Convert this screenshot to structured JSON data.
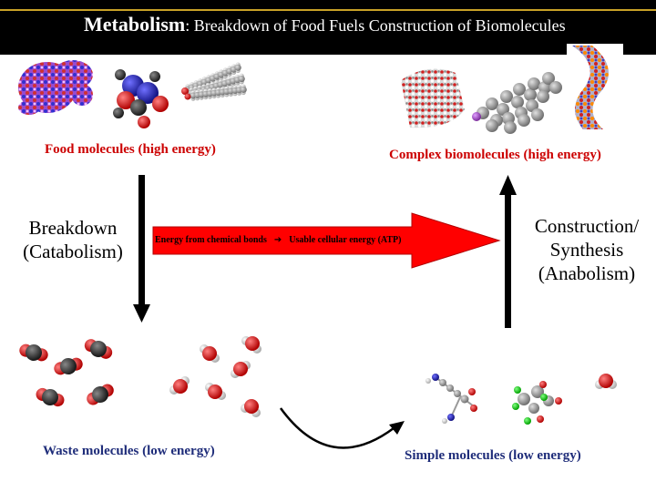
{
  "title": {
    "main": "Metabolism",
    "sub": ": Breakdown of Food Fuels Construction of Biomolecules"
  },
  "labels": {
    "food": "Food molecules (high energy)",
    "complex": "Complex biomolecules (high energy)",
    "waste": "Waste molecules (low energy)",
    "simple": "Simple molecules (low energy)"
  },
  "breakdown": {
    "line1": "Breakdown",
    "line2": "(Catabolism)"
  },
  "construction": {
    "line1": "Construction/",
    "line2": "Synthesis",
    "line3": "(Anabolism)"
  },
  "energy_arrow": {
    "from": "Energy from chemical bonds",
    "symbol": "➔",
    "to": "Usable cellular energy (ATP)"
  },
  "colors": {
    "arrow_red": "#ff0000",
    "label_red": "#cc0000",
    "label_navy": "#1f2d7a",
    "title_bg": "#000000"
  }
}
